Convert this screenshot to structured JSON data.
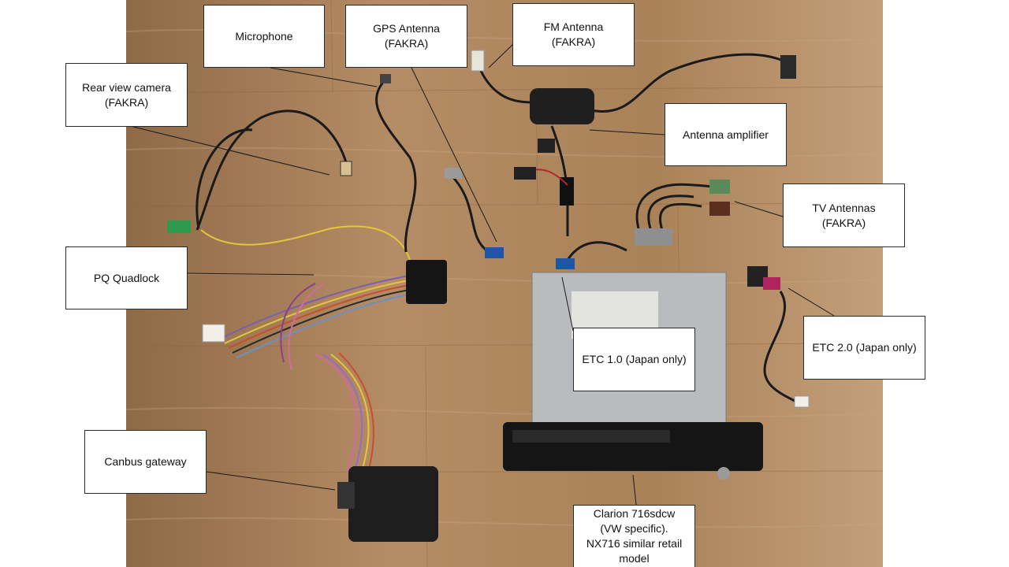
{
  "labels": {
    "microphone": "Microphone",
    "gps_antenna": "GPS Antenna\n(FAKRA)",
    "fm_antenna": "FM Antenna\n(FAKRA)",
    "rear_camera": "Rear view camera\n(FAKRA)",
    "antenna_amplifier": "Antenna amplifier",
    "tv_antennas": "TV Antennas\n(FAKRA)",
    "pq_quadlock": "PQ Quadlock",
    "etc1": "ETC 1.0 (Japan only)",
    "etc2": "ETC 2.0 (Japan only)",
    "canbus_gateway": "Canbus gateway",
    "head_unit": "Clarion 716sdcw\n(VW specific).\nNX716  similar retail\nmodel"
  },
  "colors": {
    "wood": "#b08a63",
    "cable": "#1a1a1a",
    "unit_metal": "#b9bcbf",
    "foam": "#222222"
  }
}
